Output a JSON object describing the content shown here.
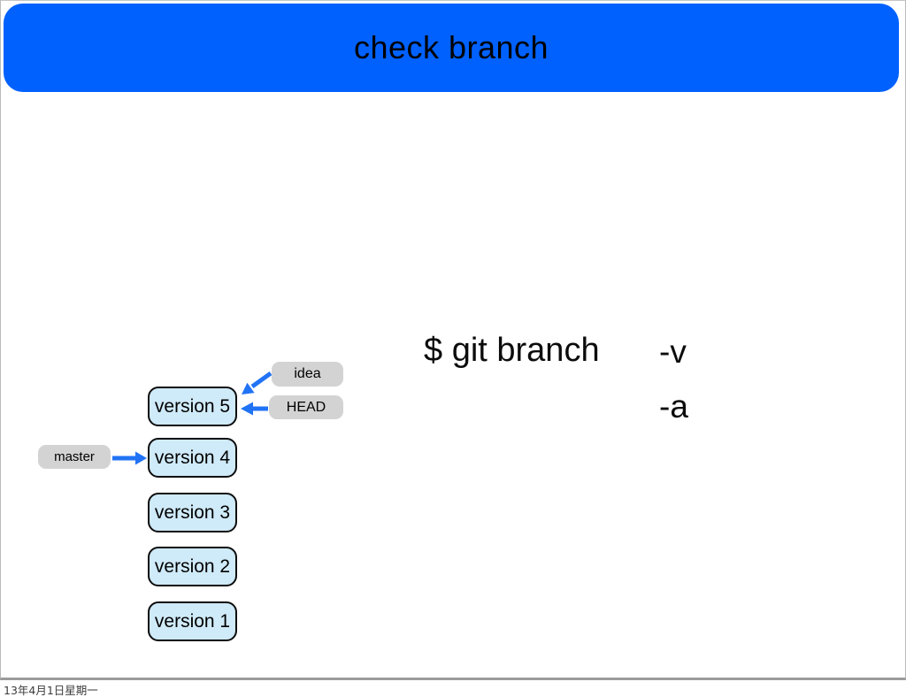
{
  "slide": {
    "title": "check branch"
  },
  "diagram": {
    "commits": [
      {
        "label": "version 5"
      },
      {
        "label": "version 4"
      },
      {
        "label": "version 3"
      },
      {
        "label": "version 2"
      },
      {
        "label": "version 1"
      }
    ],
    "refs": {
      "idea": {
        "label": "idea",
        "points_to": "version 5"
      },
      "head": {
        "label": "HEAD",
        "points_to": "version 5"
      },
      "master": {
        "label": "master",
        "points_to": "version 4"
      }
    }
  },
  "command": {
    "prompt_line": "$ git branch",
    "flags": [
      "-v",
      "-a"
    ]
  },
  "footer": {
    "date": "13年4月1日星期一"
  },
  "colors": {
    "header_blue": "#0061fe",
    "arrow_blue": "#2173f5",
    "commit_fill": "#cfeaf8",
    "label_gray": "#d3d3d3"
  }
}
